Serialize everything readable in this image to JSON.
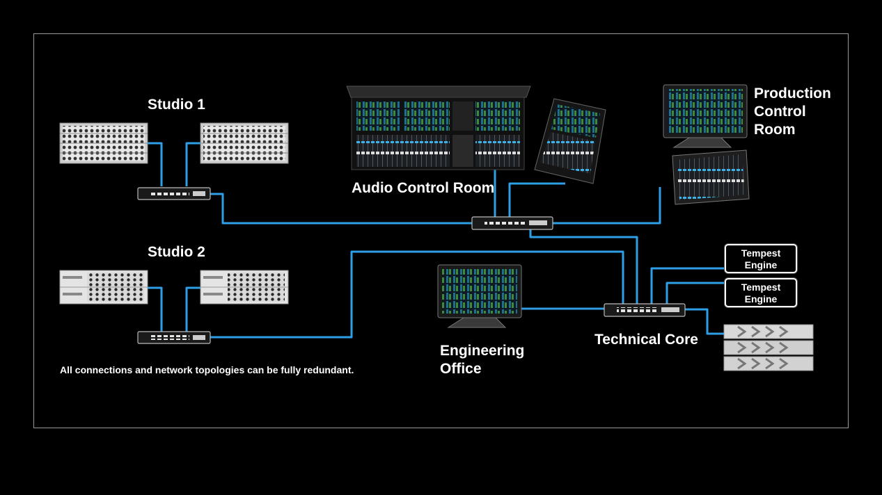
{
  "labels": {
    "studio1": "Studio 1",
    "studio2": "Studio 2",
    "audio_control_room": "Audio Control Room",
    "production_control_room": "Production\nControl\nRoom",
    "engineering_office": "Engineering\nOffice",
    "technical_core": "Technical Core"
  },
  "engines": [
    "Tempest\nEngine",
    "Tempest\nEngine"
  ],
  "note": "All connections and network topologies can be fully redundant.",
  "colors": {
    "link": "#2e9fe6",
    "background": "#000000",
    "frame": "#9a9a9a"
  }
}
